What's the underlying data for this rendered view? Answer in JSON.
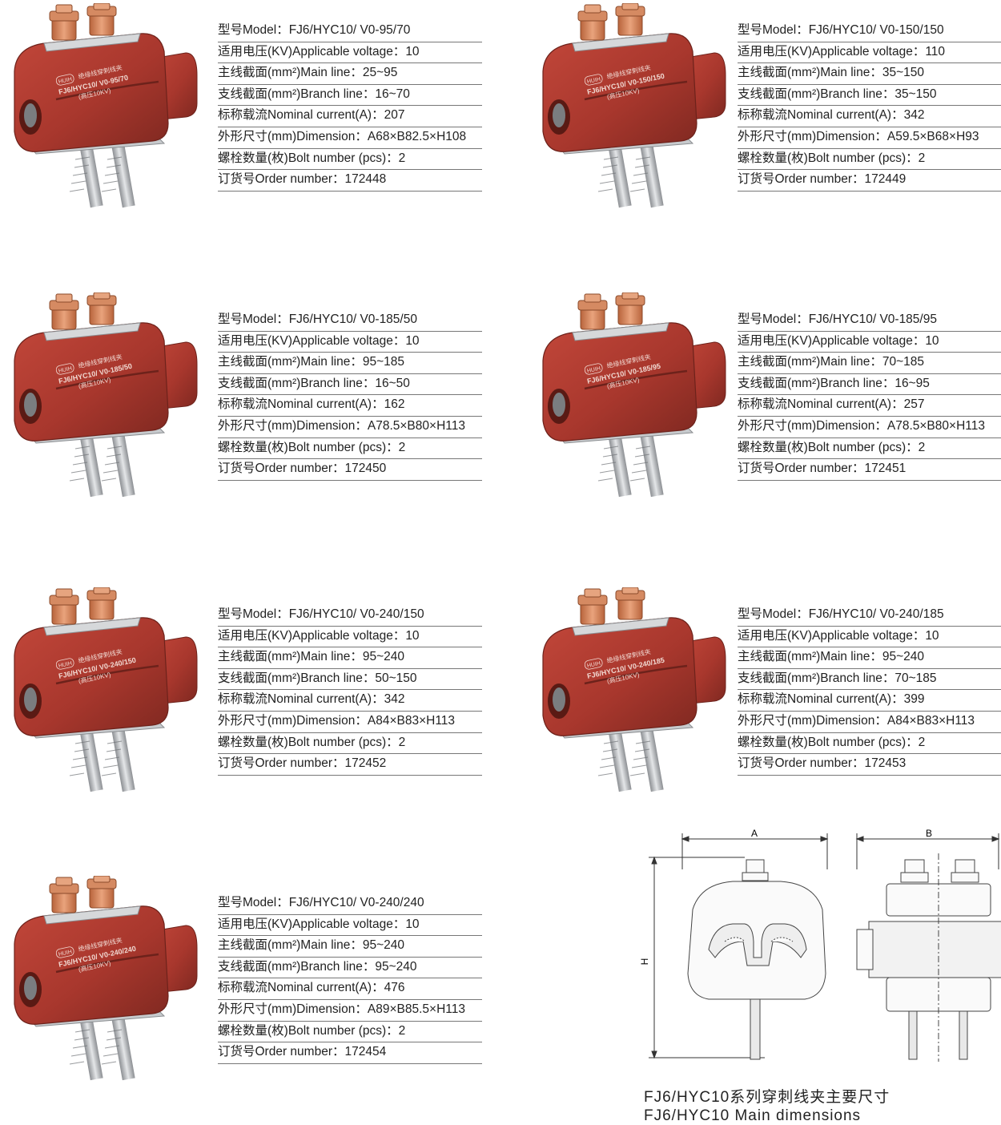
{
  "colors": {
    "insulator": "#a8372d",
    "copper": "#d4835a",
    "steel": "#b9bcc0",
    "rule": "#777777"
  },
  "labels": {
    "model": "型号Model：",
    "voltage": "适用电压(KV)Applicable voltage：",
    "main": "主线截面(mm²)Main line：",
    "branch": "支线截面(mm²)Branch line：",
    "current": "标称载流Nominal current(A)：",
    "dimension": "外形尺寸(mm)Dimension：",
    "bolts": "螺栓数量(枚)Bolt number (pcs)：",
    "order": "订货号Order number："
  },
  "products": [
    {
      "model": "FJ6/HYC10/ V0-95/70",
      "voltage": "10",
      "main": "25~95",
      "branch": "16~70",
      "current": "207",
      "dimension": "A68×B82.5×H108",
      "bolts": "2",
      "order": "172448",
      "body_text": {
        "brand": "HUIH",
        "title": "绝缘线穿刺线夹",
        "model": "FJ6/HYC10/ V0-95/70",
        "rating": "(高压10KV)"
      }
    },
    {
      "model": "FJ6/HYC10/ V0-150/150",
      "voltage": "110",
      "main": "35~150",
      "branch": "35~150",
      "current": "342",
      "dimension": "A59.5×B68×H93",
      "bolts": "2",
      "order": "172449",
      "body_text": {
        "brand": "HUIH",
        "title": "绝缘线穿刺线夹",
        "model": "FJ6/HYC10/ V0-150/150",
        "rating": "(高压10KV)"
      }
    },
    {
      "model": "FJ6/HYC10/ V0-185/50",
      "voltage": "10",
      "main": "95~185",
      "branch": "16~50",
      "current": "162",
      "dimension": "A78.5×B80×H113",
      "bolts": "2",
      "order": "172450",
      "body_text": {
        "brand": "HUIH",
        "title": "绝缘线穿刺线夹",
        "model": "FJ6/HYC10/ V0-185/50",
        "rating": "(高压10KV)"
      }
    },
    {
      "model": "FJ6/HYC10/ V0-185/95",
      "voltage": "10",
      "main": "70~185",
      "branch": "16~95",
      "current": "257",
      "dimension": "A78.5×B80×H113",
      "bolts": "2",
      "order": "172451",
      "body_text": {
        "brand": "HUIH",
        "title": "绝缘线穿刺线夹",
        "model": "FJ6/HYC10/ V0-185/95",
        "rating": "(高压10KV)"
      }
    },
    {
      "model": "FJ6/HYC10/ V0-240/150",
      "voltage": "10",
      "main": "95~240",
      "branch": "50~150",
      "current": "342",
      "dimension": "A84×B83×H113",
      "bolts": "2",
      "order": "172452",
      "body_text": {
        "brand": "HUIH",
        "title": "绝缘线穿刺线夹",
        "model": "FJ6/HYC10/ V0-240/150",
        "rating": "(高压10KV)"
      }
    },
    {
      "model": "FJ6/HYC10/ V0-240/185",
      "voltage": "10",
      "main": "95~240",
      "branch": "70~185",
      "current": "399",
      "dimension": "A84×B83×H113",
      "bolts": "2",
      "order": "172453",
      "body_text": {
        "brand": "HUIH",
        "title": "绝缘线穿刺线夹",
        "model": "FJ6/HYC10/ V0-240/185",
        "rating": "(高压10KV)"
      }
    },
    {
      "model": "FJ6/HYC10/ V0-240/240",
      "voltage": "10",
      "main": "95~240",
      "branch": "95~240",
      "current": "476",
      "dimension": "A89×B85.5×H113",
      "bolts": "2",
      "order": "172454",
      "body_text": {
        "brand": "HUIH",
        "title": "绝缘线穿刺线夹",
        "model": "FJ6/HYC10/ V0-240/240",
        "rating": "(高压10KV)"
      }
    }
  ],
  "drawing": {
    "label_a": "A",
    "label_b": "B",
    "label_h": "H"
  },
  "caption": {
    "line1": "FJ6/HYC10系列穿刺线夹主要尺寸",
    "line2": "FJ6/HYC10 Main dimensions"
  }
}
